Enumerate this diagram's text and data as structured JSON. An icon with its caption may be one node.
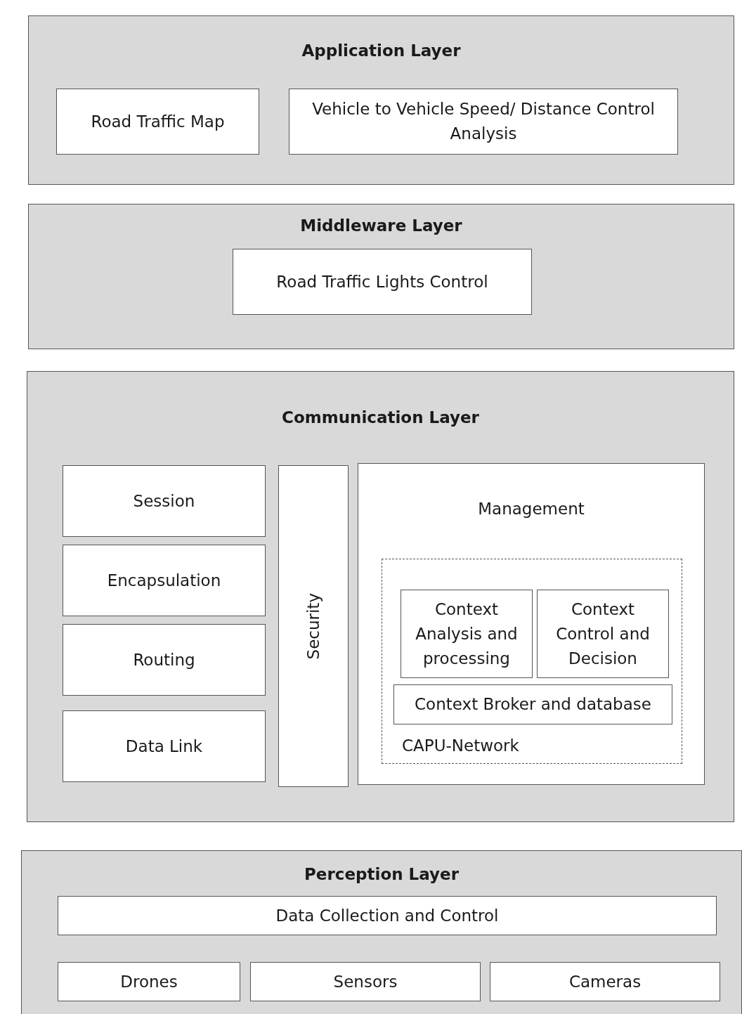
{
  "diagram": {
    "nodes": [
      {
        "text": [
          "Application  Layer"
        ]
      },
      {
        "text": [
          "Road Traffic Map"
        ],
        "in": 0
      },
      {
        "text": [
          "Vehicle to Vehicle Speed/ Distance Control Analysis"
        ],
        "in": 0
      },
      {
        "text": [
          "Middleware  Layer"
        ]
      },
      {
        "text": [
          "Road Traffic Lights Control"
        ],
        "in": 3
      },
      {
        "text": [
          "Communication  Layer"
        ]
      },
      {
        "text": [
          "Session"
        ],
        "in": 5
      },
      {
        "text": [
          "Encapsulation"
        ],
        "in": 5
      },
      {
        "text": [
          "Routing"
        ],
        "in": 5
      },
      {
        "text": [
          "Data Link"
        ],
        "in": 5
      },
      {
        "text": [
          "Security"
        ],
        "in": 5
      },
      {
        "text": [
          "Management"
        ],
        "in": 5
      },
      {
        "text": [
          "CAPU-Network"
        ],
        "in": 11
      },
      {
        "text": [
          "Context Analysis and processing"
        ],
        "in": 12
      },
      {
        "text": [
          "Context Control and Decision"
        ],
        "in": 12
      },
      {
        "text": [
          "Context Broker and database"
        ],
        "in": 12
      },
      {
        "text": [
          "Perception Layer"
        ]
      },
      {
        "text": [
          "Data Collection and Control"
        ],
        "in": 16
      },
      {
        "text": [
          "Drones"
        ],
        "in": 16
      },
      {
        "text": [
          "Sensors"
        ],
        "in": 16
      },
      {
        "text": [
          "Cameras"
        ],
        "in": 16
      }
    ],
    "edges": []
  }
}
